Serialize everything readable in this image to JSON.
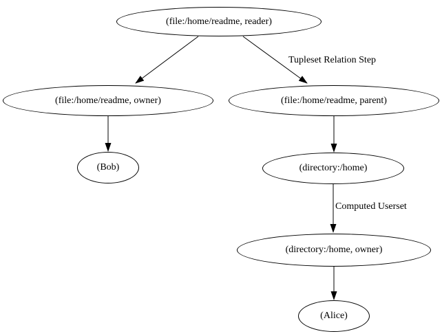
{
  "diagram": {
    "type": "directed-graph",
    "background_color": "#ffffff",
    "node_fill_color": "#ffffff",
    "node_stroke_color": "#000000",
    "edge_color": "#000000",
    "text_color": "#000000",
    "nodes": {
      "reader": {
        "label": "(file:/home/readme, reader)"
      },
      "owner": {
        "label": "(file:/home/readme, owner)"
      },
      "parent": {
        "label": "(file:/home/readme, parent)"
      },
      "bob": {
        "label": "(Bob)"
      },
      "dir_home": {
        "label": "(directory:/home)"
      },
      "dir_home_owner": {
        "label": "(directory:/home, owner)"
      },
      "alice": {
        "label": "(Alice)"
      }
    },
    "edges": {
      "reader_to_owner": {
        "from": "reader",
        "to": "owner",
        "label": ""
      },
      "reader_to_parent": {
        "from": "reader",
        "to": "parent",
        "label": "Tupleset Relation Step"
      },
      "owner_to_bob": {
        "from": "owner",
        "to": "bob",
        "label": ""
      },
      "parent_to_dir_home": {
        "from": "parent",
        "to": "dir_home",
        "label": ""
      },
      "dir_home_to_dir_home_owner": {
        "from": "dir_home",
        "to": "dir_home_owner",
        "label": "Computed Userset"
      },
      "dir_home_owner_to_alice": {
        "from": "dir_home_owner",
        "to": "alice",
        "label": ""
      }
    }
  }
}
